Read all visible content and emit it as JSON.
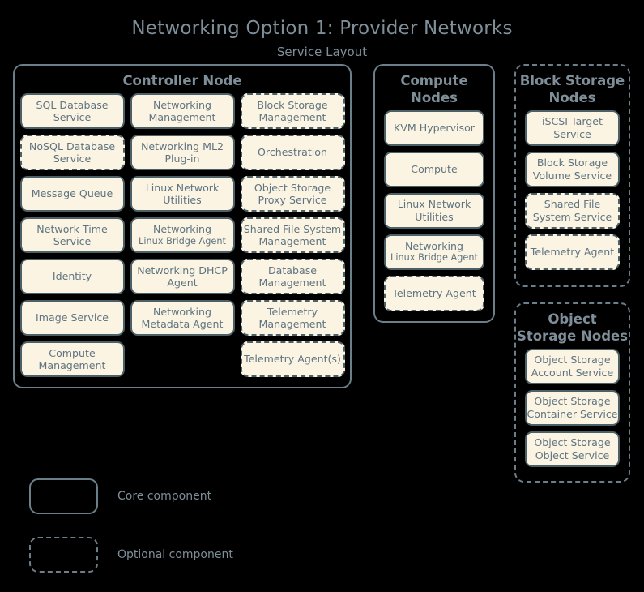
{
  "header": {
    "title": "Networking Option 1: Provider Networks",
    "subtitle": "Service Layout"
  },
  "groups": {
    "controller": {
      "title": "Controller Node",
      "style": "solid",
      "columns": [
        [
          {
            "label": "SQL Database Service",
            "style": "solid"
          },
          {
            "label": "NoSQL Database Service",
            "style": "dashed"
          },
          {
            "label": "Message Queue",
            "style": "solid"
          },
          {
            "label": "Network Time Service",
            "style": "solid"
          },
          {
            "label": "Identity",
            "style": "solid"
          },
          {
            "label": "Image Service",
            "style": "solid"
          },
          {
            "label": "Compute Management",
            "style": "solid"
          }
        ],
        [
          {
            "label": "Networking Management",
            "style": "solid"
          },
          {
            "label": "Networking ML2 Plug-in",
            "style": "solid"
          },
          {
            "label": "Linux Network Utilities",
            "style": "solid"
          },
          {
            "label": "Networking",
            "sub": "Linux Bridge Agent",
            "style": "solid"
          },
          {
            "label": "Networking DHCP Agent",
            "style": "solid"
          },
          {
            "label": "Networking Metadata Agent",
            "style": "solid"
          },
          {
            "label": "",
            "style": "empty"
          }
        ],
        [
          {
            "label": "Block Storage Management",
            "style": "dashed"
          },
          {
            "label": "Orchestration",
            "style": "dashed"
          },
          {
            "label": "Object Storage Proxy Service",
            "style": "dashed"
          },
          {
            "label": "Shared File System Management",
            "style": "dashed"
          },
          {
            "label": "Database Management",
            "style": "dashed"
          },
          {
            "label": "Telemetry Management",
            "style": "dashed"
          },
          {
            "label": "Telemetry Agent(s)",
            "style": "dashed"
          }
        ]
      ]
    },
    "compute": {
      "title": "Compute Nodes",
      "style": "solid",
      "items": [
        {
          "label": "KVM Hypervisor",
          "style": "solid"
        },
        {
          "label": "Compute",
          "style": "solid"
        },
        {
          "label": "Linux Network Utilities",
          "style": "solid"
        },
        {
          "label": "Networking",
          "sub": "Linux Bridge Agent",
          "style": "solid"
        },
        {
          "label": "Telemetry Agent",
          "style": "dashed"
        }
      ]
    },
    "block_storage": {
      "title": "Block Storage Nodes",
      "style": "dashed",
      "items": [
        {
          "label": "iSCSI Target Service",
          "style": "solid"
        },
        {
          "label": "Block Storage Volume Service",
          "style": "solid"
        },
        {
          "label": "Shared File System Service",
          "style": "dashed"
        },
        {
          "label": "Telemetry Agent",
          "style": "dashed"
        }
      ]
    },
    "object_storage": {
      "title": "Object Storage Nodes",
      "style": "dashed",
      "items": [
        {
          "label": "Object Storage Account Service",
          "style": "solid"
        },
        {
          "label": "Object Storage Container Service",
          "style": "solid"
        },
        {
          "label": "Object Storage Object Service",
          "style": "solid"
        }
      ]
    }
  },
  "legend": [
    {
      "style": "solid",
      "label": "Core component"
    },
    {
      "style": "dashed",
      "label": "Optional component"
    }
  ],
  "colors": {
    "background": "#000000",
    "text": "#7f8f99",
    "box_fill": "#FBF4E3",
    "box_border": "#4c6068",
    "group_border": "#6b7f8a"
  }
}
